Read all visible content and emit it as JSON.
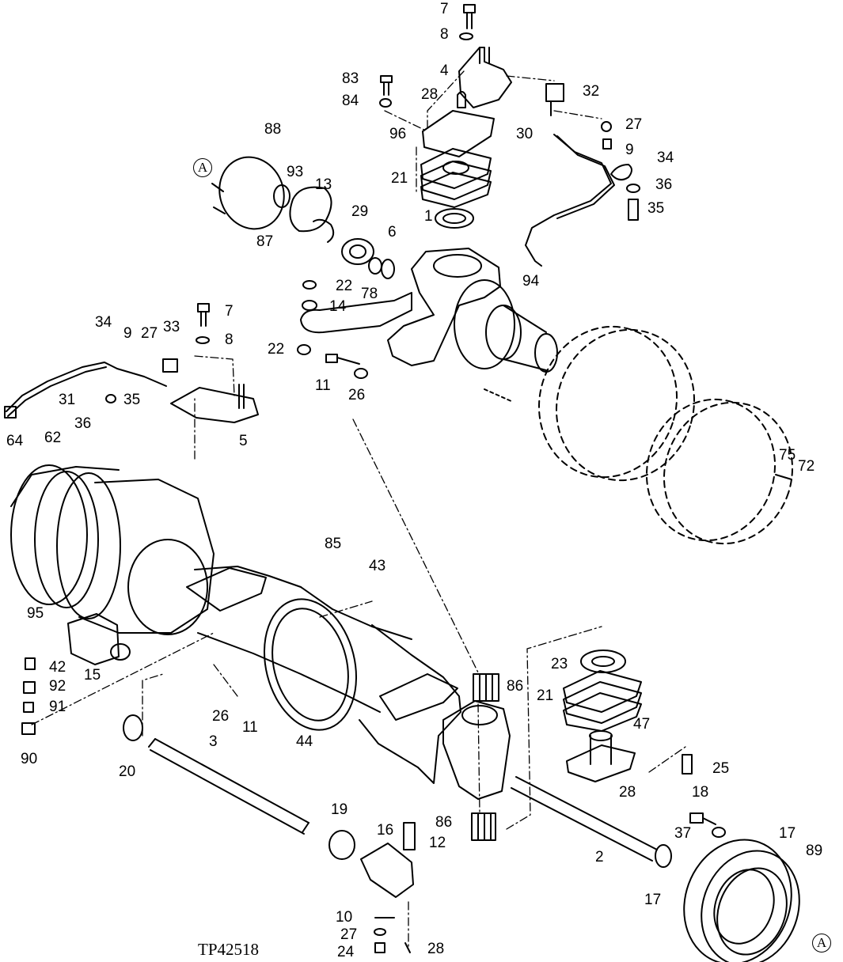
{
  "figure_code": "TP42518",
  "reference_marker": "A",
  "callouts": [
    {
      "id": "c7a",
      "label": "7"
    },
    {
      "id": "c8a",
      "label": "8"
    },
    {
      "id": "c4",
      "label": "4"
    },
    {
      "id": "c83",
      "label": "83"
    },
    {
      "id": "c84",
      "label": "84"
    },
    {
      "id": "c28a",
      "label": "28"
    },
    {
      "id": "c32",
      "label": "32"
    },
    {
      "id": "c27a",
      "label": "27"
    },
    {
      "id": "c96",
      "label": "96"
    },
    {
      "id": "c30",
      "label": "30"
    },
    {
      "id": "c9a",
      "label": "9"
    },
    {
      "id": "c88",
      "label": "88"
    },
    {
      "id": "c34a",
      "label": "34"
    },
    {
      "id": "c93",
      "label": "93"
    },
    {
      "id": "c13",
      "label": "13"
    },
    {
      "id": "c21a",
      "label": "21"
    },
    {
      "id": "c36a",
      "label": "36"
    },
    {
      "id": "c35a",
      "label": "35"
    },
    {
      "id": "c29",
      "label": "29"
    },
    {
      "id": "c1",
      "label": "1"
    },
    {
      "id": "c6",
      "label": "6"
    },
    {
      "id": "c87",
      "label": "87"
    },
    {
      "id": "c94",
      "label": "94"
    },
    {
      "id": "c22a",
      "label": "22"
    },
    {
      "id": "c78",
      "label": "78"
    },
    {
      "id": "c14",
      "label": "14"
    },
    {
      "id": "c7b",
      "label": "7"
    },
    {
      "id": "c34b",
      "label": "34"
    },
    {
      "id": "c9b",
      "label": "9"
    },
    {
      "id": "c27b",
      "label": "27"
    },
    {
      "id": "c33",
      "label": "33"
    },
    {
      "id": "c8b",
      "label": "8"
    },
    {
      "id": "c22b",
      "label": "22"
    },
    {
      "id": "c11a",
      "label": "11"
    },
    {
      "id": "c26a",
      "label": "26"
    },
    {
      "id": "c31",
      "label": "31"
    },
    {
      "id": "c35b",
      "label": "35"
    },
    {
      "id": "c36b",
      "label": "36"
    },
    {
      "id": "c5",
      "label": "5"
    },
    {
      "id": "c64",
      "label": "64"
    },
    {
      "id": "c62",
      "label": "62"
    },
    {
      "id": "c75",
      "label": "75"
    },
    {
      "id": "c72",
      "label": "72"
    },
    {
      "id": "c85",
      "label": "85"
    },
    {
      "id": "c43",
      "label": "43"
    },
    {
      "id": "c95",
      "label": "95"
    },
    {
      "id": "c42",
      "label": "42"
    },
    {
      "id": "c15",
      "label": "15"
    },
    {
      "id": "c92",
      "label": "92"
    },
    {
      "id": "c91",
      "label": "91"
    },
    {
      "id": "c23",
      "label": "23"
    },
    {
      "id": "c86a",
      "label": "86"
    },
    {
      "id": "c21b",
      "label": "21"
    },
    {
      "id": "c26b",
      "label": "26"
    },
    {
      "id": "c11b",
      "label": "11"
    },
    {
      "id": "c47",
      "label": "47"
    },
    {
      "id": "c90",
      "label": "90"
    },
    {
      "id": "c44",
      "label": "44"
    },
    {
      "id": "c3",
      "label": "3"
    },
    {
      "id": "c20",
      "label": "20"
    },
    {
      "id": "c25",
      "label": "25"
    },
    {
      "id": "c28b",
      "label": "28"
    },
    {
      "id": "c18",
      "label": "18"
    },
    {
      "id": "c19",
      "label": "19"
    },
    {
      "id": "c16",
      "label": "16"
    },
    {
      "id": "c86b",
      "label": "86"
    },
    {
      "id": "c12",
      "label": "12"
    },
    {
      "id": "c37",
      "label": "37"
    },
    {
      "id": "c17a",
      "label": "17"
    },
    {
      "id": "c89",
      "label": "89"
    },
    {
      "id": "c2",
      "label": "2"
    },
    {
      "id": "c17b",
      "label": "17"
    },
    {
      "id": "c10",
      "label": "10"
    },
    {
      "id": "c27c",
      "label": "27"
    },
    {
      "id": "c24",
      "label": "24"
    },
    {
      "id": "c28c",
      "label": "28"
    }
  ]
}
